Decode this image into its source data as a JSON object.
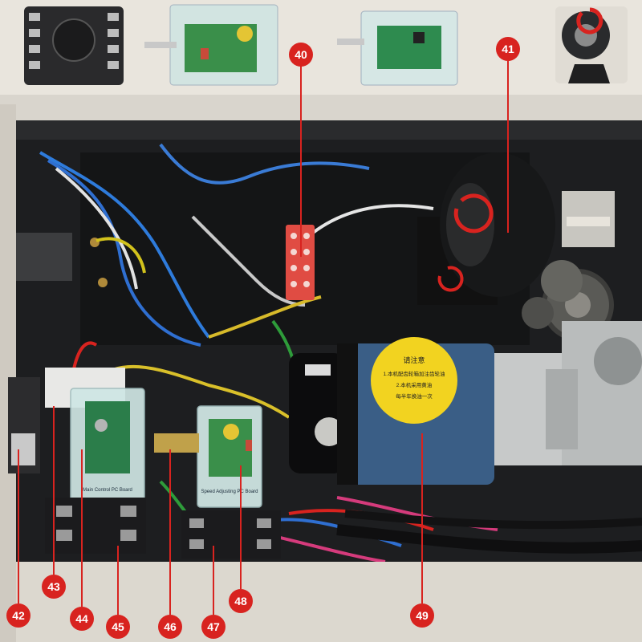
{
  "callouts": [
    {
      "id": "41",
      "target": "blower fan"
    },
    {
      "id": "40",
      "target": "terminal block"
    },
    {
      "id": "42",
      "target": "side bracket"
    },
    {
      "id": "43",
      "target": "relay socket"
    },
    {
      "id": "44",
      "target": "control pc board"
    },
    {
      "id": "45",
      "target": "relay base"
    },
    {
      "id": "46",
      "target": "bracket"
    },
    {
      "id": "47",
      "target": "relay base"
    },
    {
      "id": "48",
      "target": "speed adjusting pc board"
    },
    {
      "id": "49",
      "target": "motor"
    }
  ],
  "board_labels": {
    "control": "Main Control PC Board",
    "speed": "Speed Adjusting PC Board"
  },
  "motor_sticker": {
    "title": "请注意",
    "lines": [
      "1.本机配齿轮箱加注齿轮油",
      "2.本机采用黄油",
      "每半年换油一次"
    ]
  },
  "colors": {
    "callout": "#d8231f",
    "frame": "#e6e2da",
    "panel": "#1d1e20",
    "motor": "#3a5e86"
  }
}
